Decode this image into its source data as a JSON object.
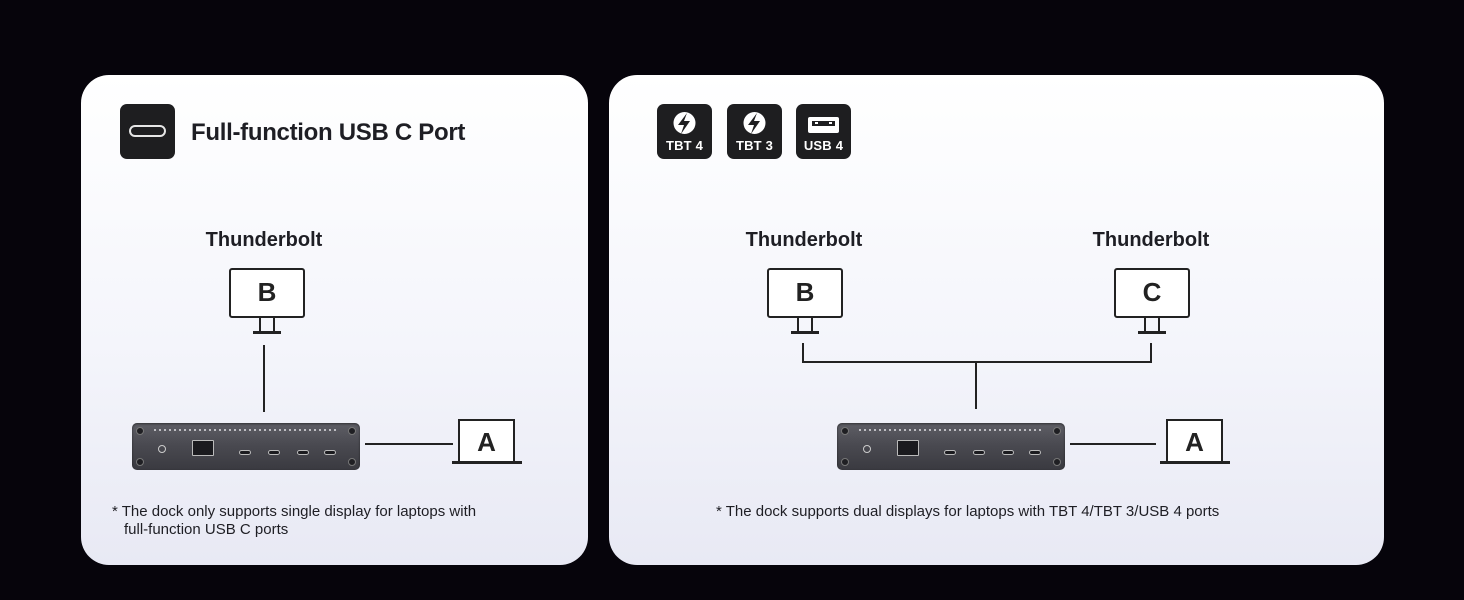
{
  "left_panel": {
    "title": "Full-function USB C Port",
    "port_icon": "usb-c-port-icon",
    "display_b_label": "Thunderbolt",
    "display_b_letter": "B",
    "laptop_letter": "A",
    "footnote_line1": "* The dock only supports single display for laptops with",
    "footnote_line2": "full-function USB C ports"
  },
  "right_panel": {
    "badges": [
      {
        "label": "TBT 4",
        "icon": "thunderbolt-icon"
      },
      {
        "label": "TBT 3",
        "icon": "thunderbolt-icon"
      },
      {
        "label": "USB 4",
        "icon": "usb-icon"
      }
    ],
    "display_b_label": "Thunderbolt",
    "display_b_letter": "B",
    "display_c_label": "Thunderbolt",
    "display_c_letter": "C",
    "laptop_letter": "A",
    "footnote": "* The dock supports dual displays for laptops with TBT 4/TBT 3/USB 4 ports"
  },
  "colors": {
    "background": "#06040b",
    "panel": "#f4f5fb",
    "badge": "#1e1e20",
    "line": "#222222"
  }
}
